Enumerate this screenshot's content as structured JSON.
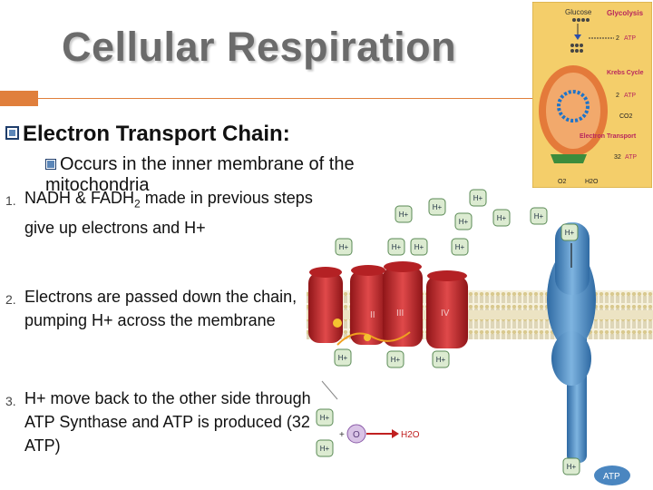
{
  "slide": {
    "title": "Cellular Respiration",
    "heading": "Electron Transport Chain:",
    "bullet": "Occurs in the inner membrane of the mitochondria",
    "steps": [
      {
        "num": "1.",
        "text_pre": "NADH & FADH",
        "subscript": "2",
        "text_post": " made in previous steps give up electrons and H+"
      },
      {
        "num": "2.",
        "text": "Electrons are passed down the chain, pumping H+ across the membrane"
      },
      {
        "num": "3.",
        "text": "H+ move back to the other side through ATP Synthase and ATP is produced (32 ATP)"
      }
    ]
  },
  "inset": {
    "glucose": "Glucose",
    "glycolysis": "Glycolysis",
    "krebs": "Krebs Cycle",
    "electron_transport": "Electron Transport",
    "atp": "ATP",
    "atp_counts": [
      "2",
      "2",
      "32"
    ],
    "co2": "CO2",
    "o2": "O2",
    "h2o": "H2O"
  },
  "diagram": {
    "proton": "H+",
    "complex_labels": [
      "II",
      "III",
      "IV"
    ],
    "o_label": "O",
    "water": "H2O",
    "plus": "+",
    "atp": "ATP"
  },
  "colors": {
    "title": "#6b6b6b",
    "accent": "#e07f3c",
    "proton_fill": "#dcebd1",
    "proton_stroke": "#5a8a55",
    "complex": "#c6282b",
    "synthase": "#4a86c0",
    "membrane": "#e8dfc0"
  }
}
